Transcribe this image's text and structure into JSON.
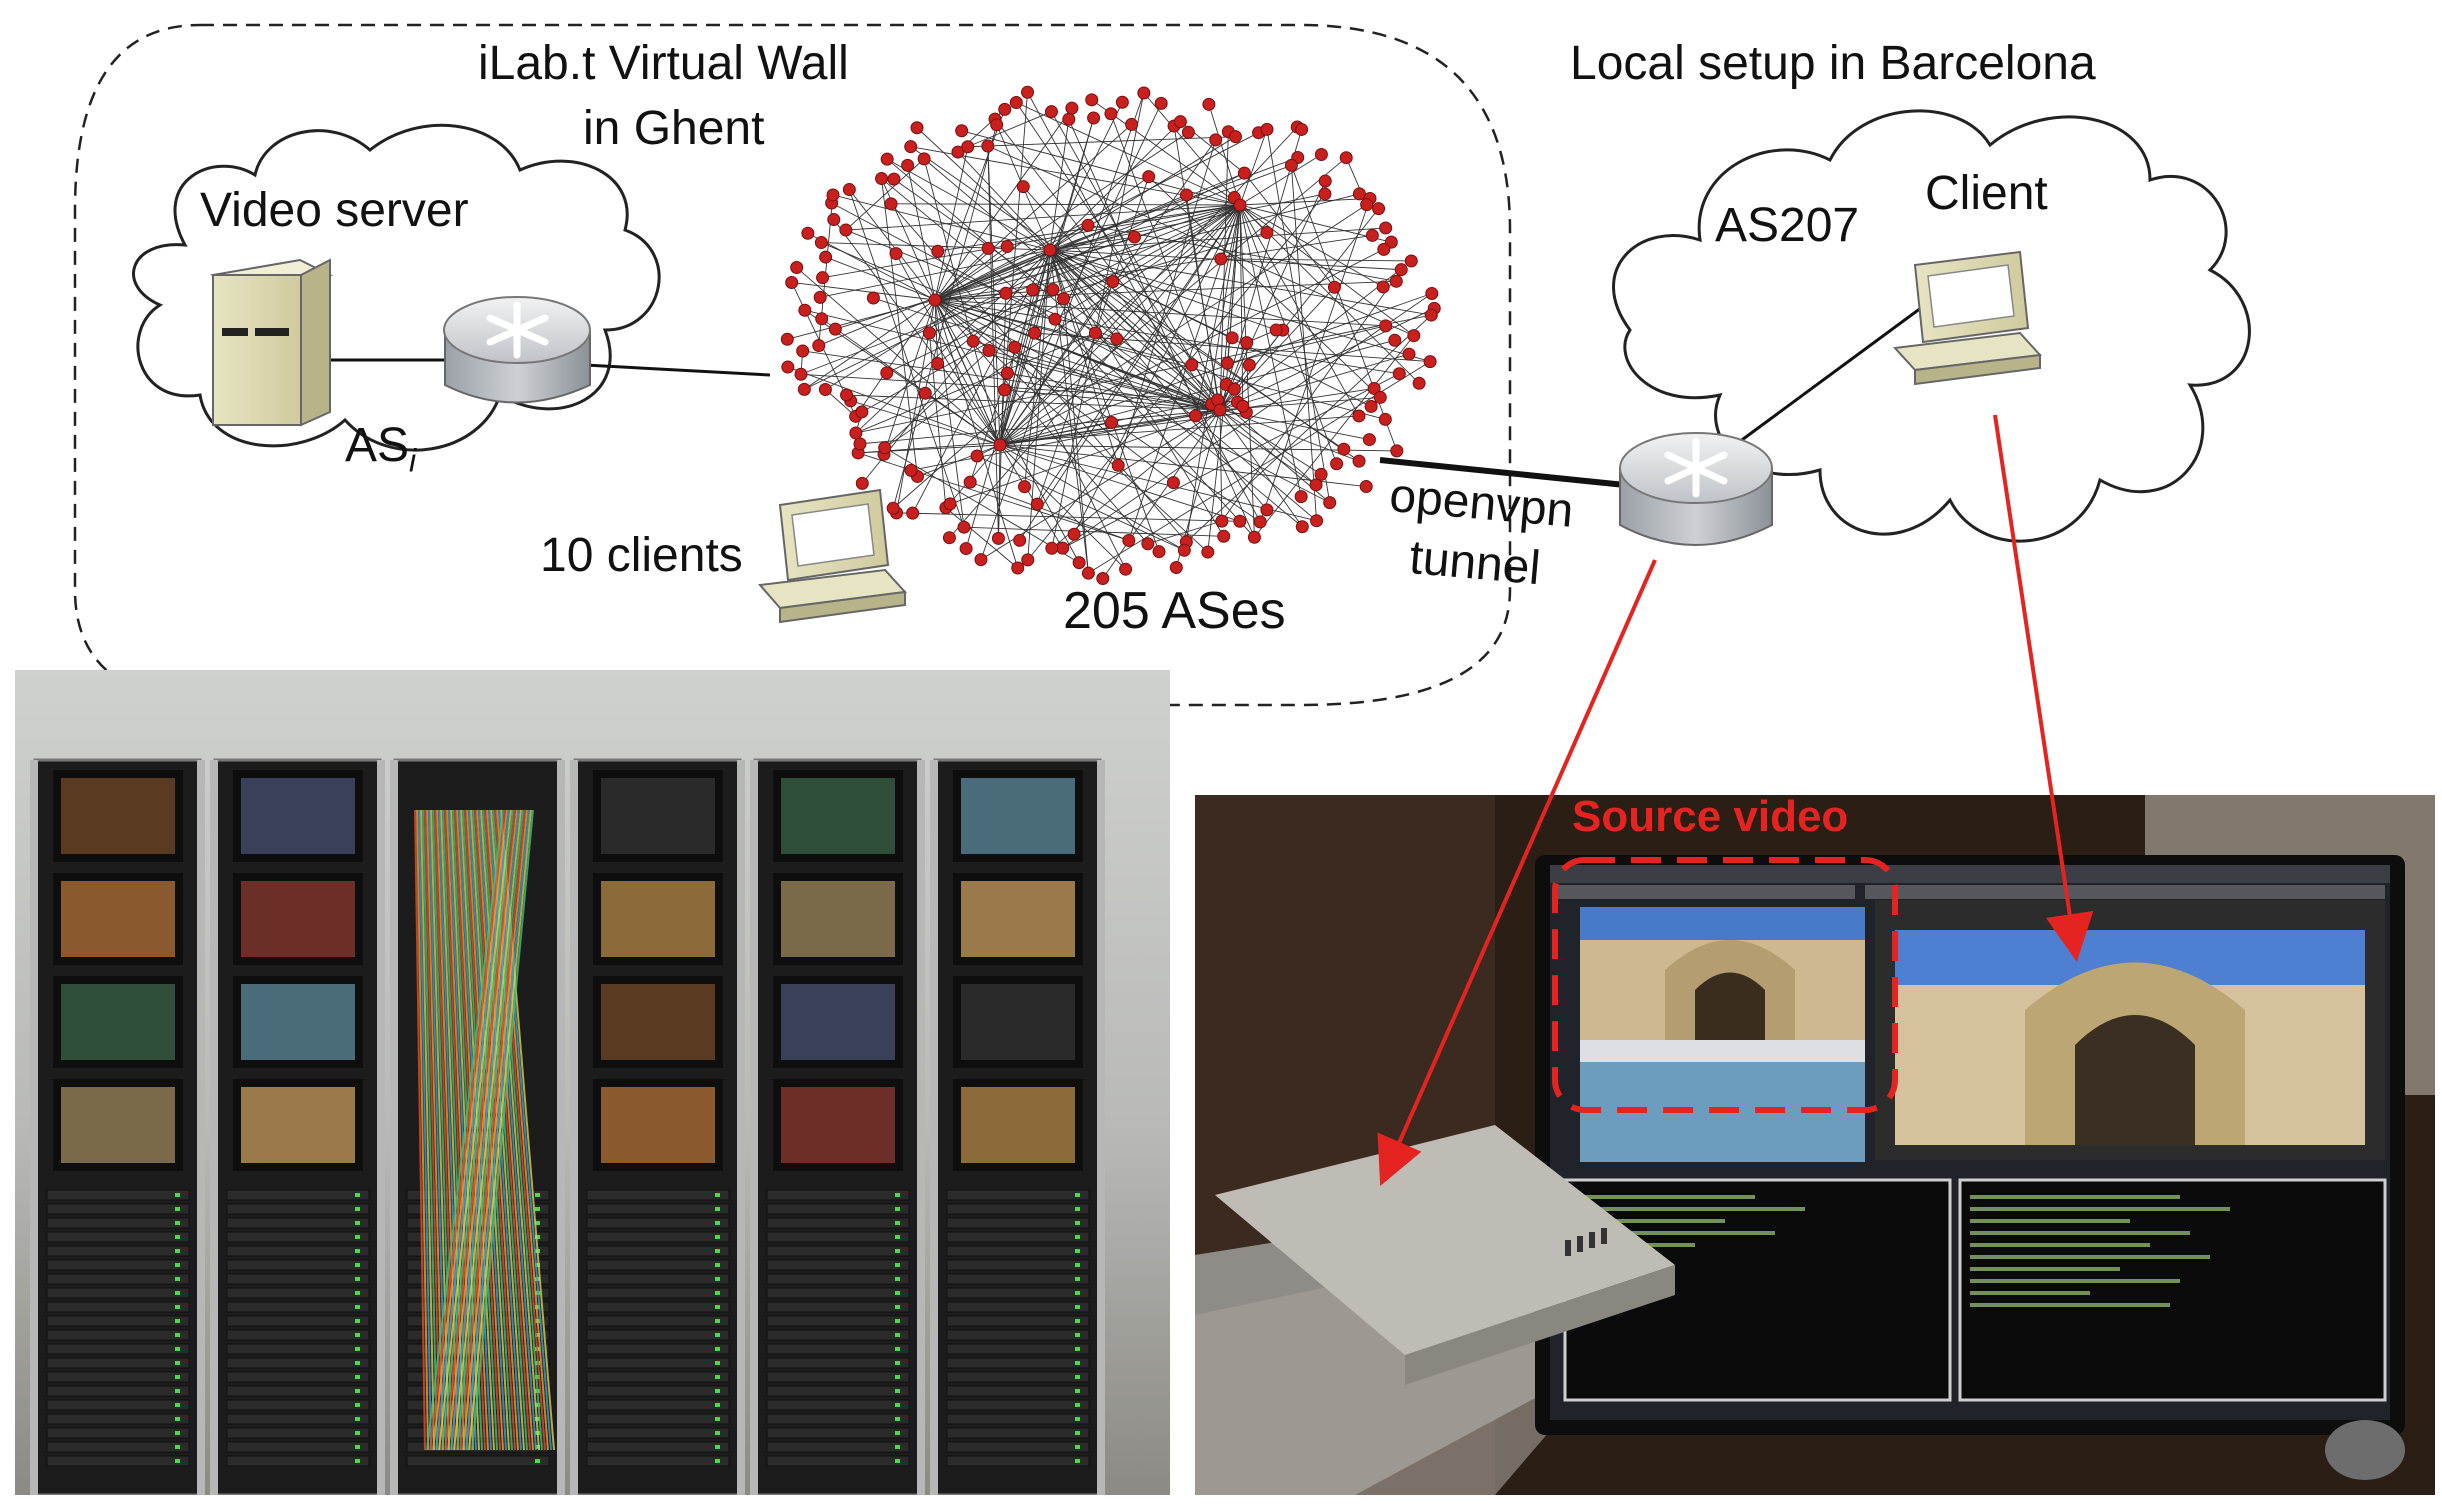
{
  "title_left_line1": "iLab.t Virtual Wall",
  "title_left_line2": "in Ghent",
  "title_right": "Local setup in Barcelona",
  "video_server": "Video server",
  "as_i_base": "AS",
  "as_i_sub": "i",
  "clients_10": "10 clients",
  "ases_205": "205 ASes",
  "openvpn_line1": "openvpn",
  "openvpn_line2": "tunnel",
  "as207": "AS207",
  "client": "Client",
  "source_video": "Source video",
  "colors": {
    "node_red": "#c8201e",
    "arrow_red": "#e52421",
    "dashed_border": "#222222"
  },
  "icons": [
    "cloud-icon",
    "server-icon",
    "router-icon",
    "computer-icon"
  ]
}
